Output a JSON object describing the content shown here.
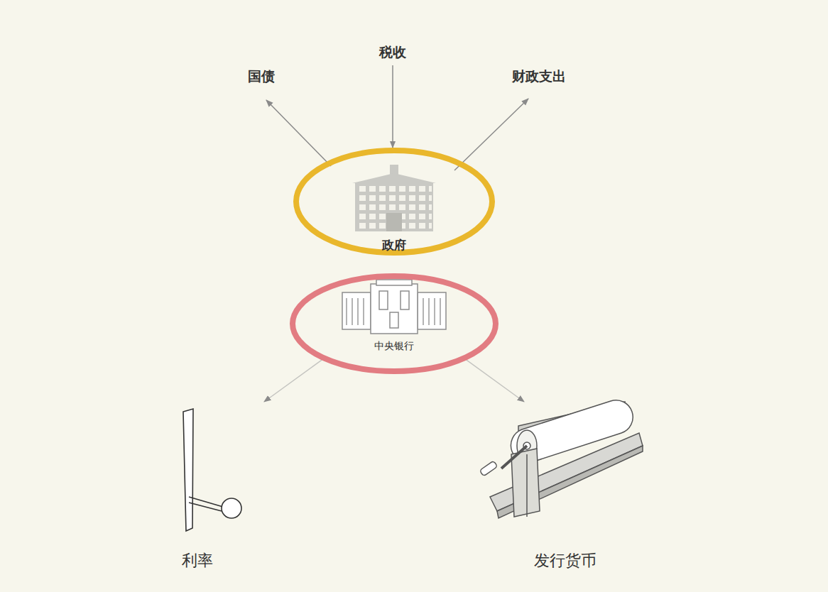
{
  "diagram": {
    "nodes": [
      {
        "text": [
          "政府"
        ]
      },
      {
        "text": [
          "中央银行"
        ]
      }
    ],
    "labels": [
      "国债",
      "税收",
      "财政支出",
      "利率",
      "发行货币"
    ]
  }
}
